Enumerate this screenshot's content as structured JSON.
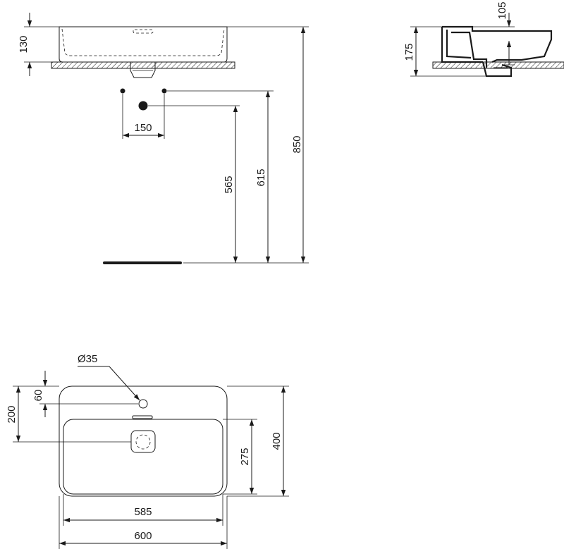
{
  "dimensions": {
    "front_height": "130",
    "tap_spacing": "150",
    "waste_height": "565",
    "tap_height": "615",
    "total_height": "850",
    "side_offset": "105",
    "side_height": "175",
    "tap_hole_diameter": "Ø35",
    "tap_hole_offset": "60",
    "waste_offset": "200",
    "bowl_depth": "275",
    "total_depth": "400",
    "bowl_width": "585",
    "total_width": "600"
  },
  "colors": {
    "line": "#1a1a1a",
    "background": "#ffffff"
  }
}
